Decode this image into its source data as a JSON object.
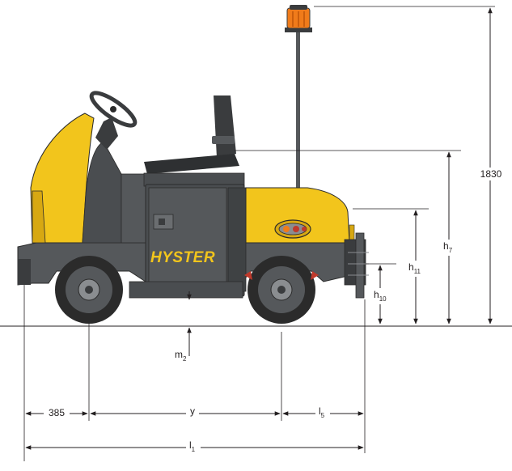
{
  "brand_label": "HYSTER",
  "colors": {
    "body_yellow": "#f2c51c",
    "chassis_grey": "#55585b",
    "dark_grey": "#3a3c3e",
    "tire_black": "#2b2b2b",
    "beacon_orange": "#f07b1a",
    "line": "#231f20"
  },
  "dimensions": {
    "height_total": "1830",
    "h7": {
      "base": "h",
      "sub": "7"
    },
    "h11": {
      "base": "h",
      "sub": "11"
    },
    "h10": {
      "base": "h",
      "sub": "10"
    },
    "m2": {
      "base": "m",
      "sub": "2"
    },
    "front_overhang": "385",
    "wheelbase": "y",
    "l5": {
      "base": "l",
      "sub": "5"
    },
    "l1": {
      "base": "l",
      "sub": "1"
    }
  }
}
